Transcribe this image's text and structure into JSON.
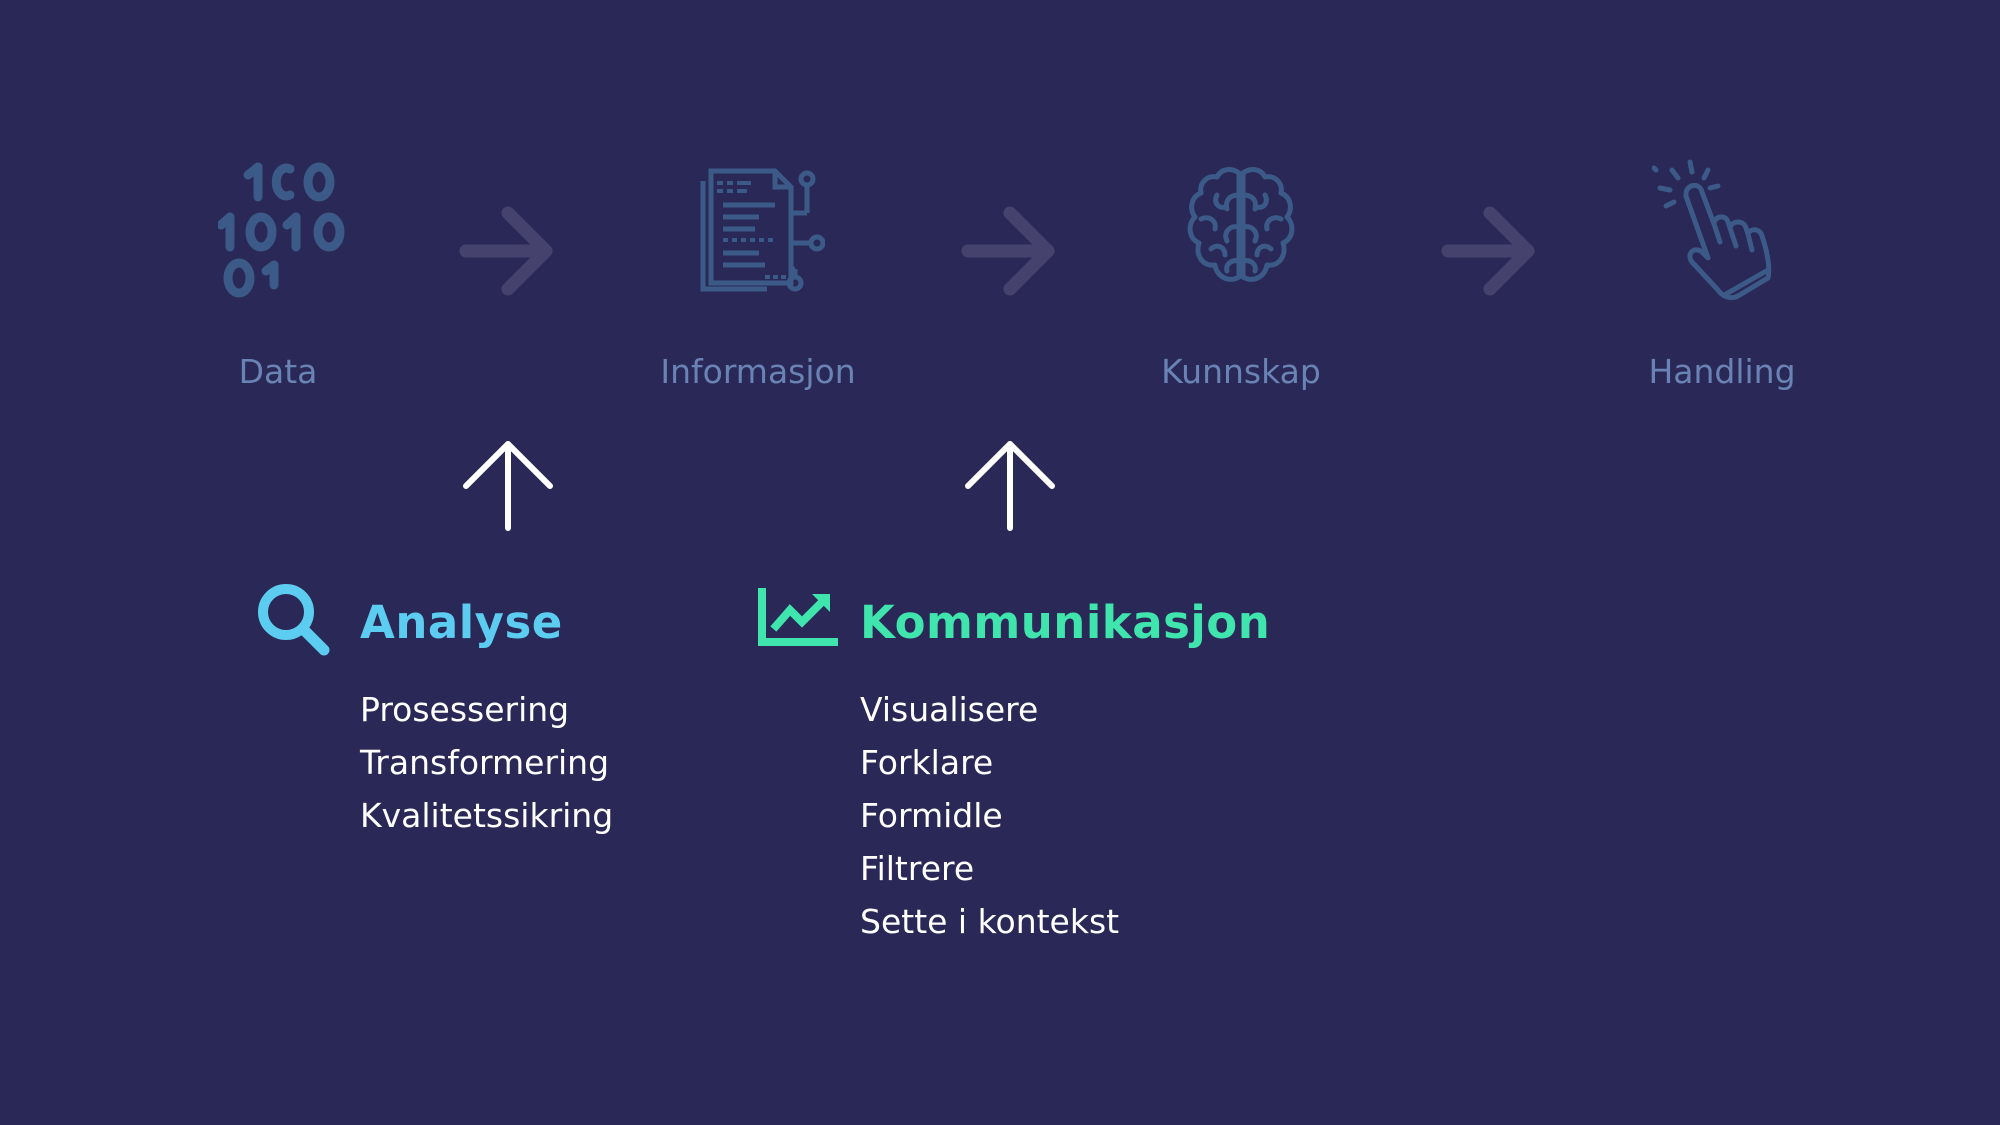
{
  "colors": {
    "background": "#2a2856",
    "stage_icon": "#3c5a88",
    "stage_label": "#6a83b5",
    "flow_arrow": "#45436e",
    "up_arrow": "#ffffff",
    "analyse_accent": "#5ccdf0",
    "kommunikasjon_accent": "#3fe5ad",
    "item_text": "#ffffff"
  },
  "stages": [
    {
      "label": "Data",
      "icon": "binary-icon"
    },
    {
      "label": "Informasjon",
      "icon": "document-icon"
    },
    {
      "label": "Kunnskap",
      "icon": "brain-icon"
    },
    {
      "label": "Handling",
      "icon": "pointer-hand-icon"
    }
  ],
  "analyse": {
    "title": "Analyse",
    "icon": "magnifier-icon",
    "items": [
      "Prosessering",
      "Transformering",
      "Kvalitetssikring"
    ]
  },
  "kommunikasjon": {
    "title": "Kommunikasjon",
    "icon": "line-chart-icon",
    "items": [
      "Visualisere",
      "Forklare",
      "Formidle",
      "Filtrere",
      "Sette i kontekst"
    ]
  }
}
